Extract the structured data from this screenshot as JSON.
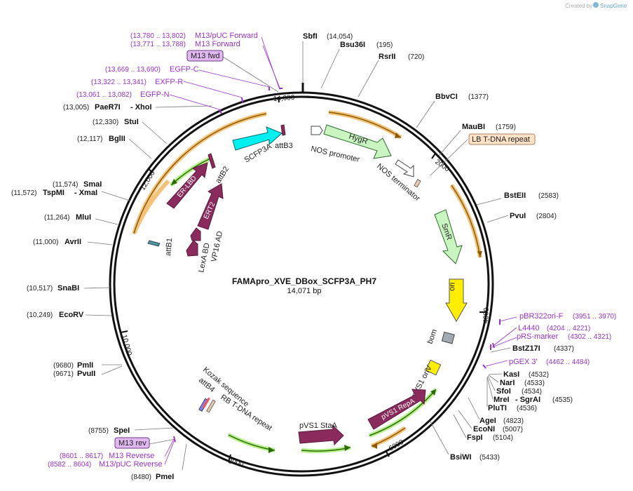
{
  "credit": {
    "created_by": "Created by",
    "brand": "SnapGene"
  },
  "plasmid": {
    "name": "FAMApro_XVE_DBox_SCFP3A_PH7",
    "length": "14,071 bp"
  },
  "ticks": [
    "2000",
    "4000",
    "6000",
    "8000",
    "10,000",
    "12,000",
    "14,000"
  ],
  "sites": [
    {
      "name": "SbfI",
      "coord": "(14,054)"
    },
    {
      "name": "Bsu36I",
      "coord": "(195)"
    },
    {
      "name": "RsrII",
      "coord": "(720)"
    },
    {
      "name": "BbvCI",
      "coord": "(1377)"
    },
    {
      "name": "MauBI",
      "coord": "(1759)"
    },
    {
      "name": "BstEII",
      "coord": "(2583)"
    },
    {
      "name": "PvuI",
      "coord": "(2804)"
    },
    {
      "name": "BstZ17I",
      "coord": "(4337)"
    },
    {
      "name": "KasI",
      "coord": "(4532)"
    },
    {
      "name": "NarI",
      "coord": "(4533)"
    },
    {
      "name": "SfoI",
      "coord": "(4534)"
    },
    {
      "name": "MreI",
      "coord": ""
    },
    {
      "name": "- SgrAI",
      "coord": "(4535)"
    },
    {
      "name": "PluTI",
      "coord": "(4536)"
    },
    {
      "name": "AgeI",
      "coord": "(4823)"
    },
    {
      "name": "EcoNI",
      "coord": "(5007)"
    },
    {
      "name": "FspI",
      "coord": "(5104)"
    },
    {
      "name": "BsiWI",
      "coord": "(5433)"
    },
    {
      "name": "PmeI",
      "coord": "(8480)"
    },
    {
      "name": "SpeI",
      "coord": "(8755)"
    },
    {
      "name": "PmlI",
      "coord": "(9680)"
    },
    {
      "name": "PvuII",
      "coord": "(9671)"
    },
    {
      "name": "EcoRV",
      "coord": "(10,249)"
    },
    {
      "name": "SnaBI",
      "coord": "(10,517)"
    },
    {
      "name": "AvrII",
      "coord": "(11,000)"
    },
    {
      "name": "MluI",
      "coord": "(11,264)"
    },
    {
      "name": "TspMI",
      "coord": "(11,572)"
    },
    {
      "name": "- XmaI",
      "coord": ""
    },
    {
      "name": "SmaI",
      "coord": "(11,574)"
    },
    {
      "name": "BglII",
      "coord": "(12,117)"
    },
    {
      "name": "StuI",
      "coord": "(12,330)"
    },
    {
      "name": "PaeR7I",
      "coord": "(13,005)"
    },
    {
      "name": "- XhoI",
      "coord": ""
    }
  ],
  "primers": [
    {
      "name": "M13/pUC Forward",
      "coord": "(13,780 .. 13,802)"
    },
    {
      "name": "M13 Forward",
      "coord": "(13,771 .. 13,788)"
    },
    {
      "name": "EGFP-C",
      "coord": "(13,669 .. 13,690)"
    },
    {
      "name": "EXFP-R",
      "coord": "(13,322 .. 13,341)"
    },
    {
      "name": "EGFP-N",
      "coord": "(13,061 .. 13,082)"
    },
    {
      "name": "pBR322ori-F",
      "coord": "(3951 .. 3970)"
    },
    {
      "name": "L4440",
      "coord": "(4204 .. 4221)"
    },
    {
      "name": "pRS-marker",
      "coord": "(4302 .. 4321)"
    },
    {
      "name": "pGEX 3'",
      "coord": "(4462 .. 4484)"
    },
    {
      "name": "M13 Reverse",
      "coord": "(8601 .. 8617)"
    },
    {
      "name": "M13/pUC Reverse",
      "coord": "(8582 .. 8604)"
    }
  ],
  "tags": {
    "m13_fwd": "M13 fwd",
    "m13_rev": "M13 rev",
    "lb_repeat": "LB T-DNA repeat"
  },
  "features": {
    "hygr": "HygR",
    "nos_promoter": "NOS promoter",
    "nos_terminator": "NOS terminator",
    "smr": "SmR",
    "ori": "ori",
    "bom": "bom",
    "pvs1_oriv": "pVS1 oriV",
    "pvs1_repa": "pVS1 RepA",
    "pvs1_staa": "pVS1 StaA",
    "rb_repeat": "RB T-DNA repeat",
    "kozak": "Kozak sequence",
    "attb4": "attB4",
    "attb1": "attB1",
    "lexa_bd": "LexA BD",
    "vp16_ad": "VP16 AD",
    "ert2": "ERT2",
    "er_lbd": "ER-LBD",
    "attb2": "attB2",
    "scfp3a": "SCFP3A",
    "attb3": "attB3"
  },
  "colors": {
    "backbone": "#111111",
    "primer": "#9933cc",
    "orf": "#8b2a5c",
    "hygr_fill": "#c8f5c0",
    "cyan": "#00f0f0",
    "yellow": "#ffee00",
    "gray": "#a0aab0",
    "orange_glow": "#f5c27a",
    "green_glow": "#b6f08a"
  }
}
